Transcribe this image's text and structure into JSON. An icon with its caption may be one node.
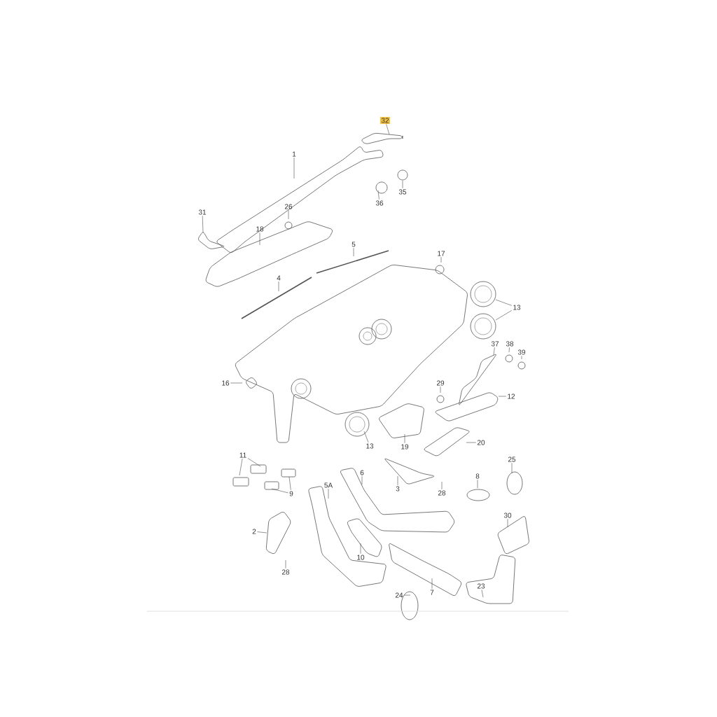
{
  "diagram": {
    "nodes": [
      {
        "text": [
          "32"
        ]
      },
      {
        "text": [
          "1"
        ]
      },
      {
        "text": [
          "36"
        ]
      },
      {
        "text": [
          "35"
        ]
      },
      {
        "text": [
          "31"
        ]
      },
      {
        "text": [
          "26"
        ]
      },
      {
        "text": [
          "18"
        ]
      },
      {
        "text": [
          "5"
        ]
      },
      {
        "text": [
          "17"
        ]
      },
      {
        "text": [
          "4"
        ]
      },
      {
        "text": [
          "13"
        ]
      },
      {
        "text": [
          "37"
        ]
      },
      {
        "text": [
          "38"
        ]
      },
      {
        "text": [
          "39"
        ]
      },
      {
        "text": [
          "16"
        ]
      },
      {
        "text": [
          "29"
        ]
      },
      {
        "text": [
          "12"
        ]
      },
      {
        "text": [
          "13"
        ]
      },
      {
        "text": [
          "19"
        ]
      },
      {
        "text": [
          "20"
        ]
      },
      {
        "text": [
          "11"
        ]
      },
      {
        "text": [
          "25"
        ]
      },
      {
        "text": [
          "6"
        ]
      },
      {
        "text": [
          "3"
        ]
      },
      {
        "text": [
          "8"
        ]
      },
      {
        "text": [
          "9"
        ]
      },
      {
        "text": [
          "5A"
        ]
      },
      {
        "text": [
          "28"
        ]
      },
      {
        "text": [
          "30"
        ]
      },
      {
        "text": [
          "2"
        ]
      },
      {
        "text": [
          "10"
        ]
      },
      {
        "text": [
          "28"
        ]
      },
      {
        "text": [
          "23"
        ]
      },
      {
        "text": [
          "24"
        ]
      },
      {
        "text": [
          "7"
        ]
      }
    ],
    "edges": [
      {
        "from": 0,
        "to": null,
        "arrow": "none"
      },
      {
        "from": 1,
        "to": null,
        "arrow": "none"
      },
      {
        "from": 2,
        "to": null,
        "arrow": "none"
      },
      {
        "from": 3,
        "to": null,
        "arrow": "none"
      },
      {
        "from": 4,
        "to": null,
        "arrow": "none"
      },
      {
        "from": 5,
        "to": null,
        "arrow": "none"
      },
      {
        "from": 6,
        "to": null,
        "arrow": "none"
      },
      {
        "from": 7,
        "to": null,
        "arrow": "none"
      },
      {
        "from": 8,
        "to": null,
        "arrow": "none"
      },
      {
        "from": 9,
        "to": null,
        "arrow": "none"
      },
      {
        "from": 10,
        "to": null,
        "arrow": "none"
      },
      {
        "from": 10,
        "to": null,
        "arrow": "none"
      },
      {
        "from": 11,
        "to": null,
        "arrow": "none"
      },
      {
        "from": 12,
        "to": null,
        "arrow": "none"
      },
      {
        "from": 13,
        "to": null,
        "arrow": "none"
      },
      {
        "from": 14,
        "to": null,
        "arrow": "none"
      },
      {
        "from": 15,
        "to": null,
        "arrow": "none"
      },
      {
        "from": 16,
        "to": null,
        "arrow": "none"
      },
      {
        "from": 17,
        "to": null,
        "arrow": "none"
      },
      {
        "from": 18,
        "to": null,
        "arrow": "none"
      },
      {
        "from": 19,
        "to": null,
        "arrow": "none"
      },
      {
        "from": 20,
        "to": null,
        "arrow": "none"
      },
      {
        "from": 20,
        "to": null,
        "arrow": "none"
      },
      {
        "from": 21,
        "to": null,
        "arrow": "none"
      },
      {
        "from": 22,
        "to": null,
        "arrow": "none"
      },
      {
        "from": 23,
        "to": null,
        "arrow": "none"
      },
      {
        "from": 24,
        "to": null,
        "arrow": "none"
      },
      {
        "from": 25,
        "to": null,
        "arrow": "none"
      },
      {
        "from": 25,
        "to": null,
        "arrow": "none"
      },
      {
        "from": 26,
        "to": null,
        "arrow": "none"
      },
      {
        "from": 27,
        "to": null,
        "arrow": "none"
      },
      {
        "from": 28,
        "to": null,
        "arrow": "none"
      },
      {
        "from": 29,
        "to": null,
        "arrow": "none"
      },
      {
        "from": 30,
        "to": null,
        "arrow": "none"
      },
      {
        "from": 31,
        "to": null,
        "arrow": "none"
      },
      {
        "from": 32,
        "to": null,
        "arrow": "none"
      },
      {
        "from": 33,
        "to": null,
        "arrow": "none"
      },
      {
        "from": 34,
        "to": null,
        "arrow": "none"
      }
    ]
  }
}
